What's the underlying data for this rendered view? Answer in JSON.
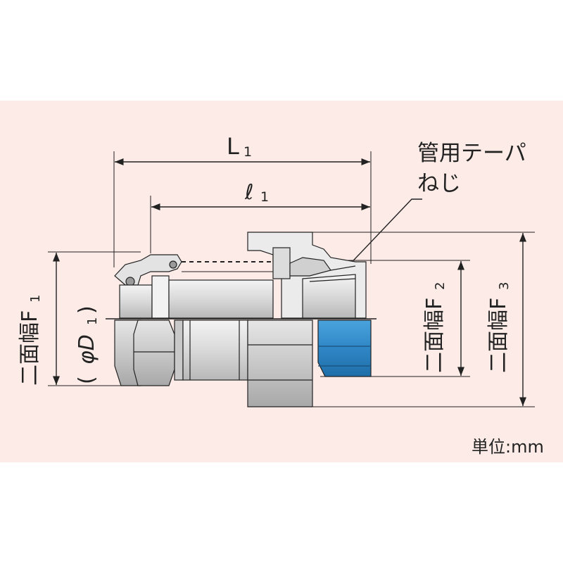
{
  "labels": {
    "L1": "L",
    "L1_sub": "1",
    "l1": "ℓ",
    "l1_sub": "1",
    "thread_line1": "管用テーパ",
    "thread_line2": "ねじ",
    "F1": "二面幅F",
    "F1_sub": "1",
    "D1_open": "(",
    "D1": "φD",
    "D1_sub": "1",
    "D1_close": ")",
    "F2": "二面幅F",
    "F2_sub": "2",
    "F3": "二面幅F",
    "F3_sub": "3",
    "unit": "単位:mm"
  },
  "colors": {
    "background": "#fcebe6",
    "accent": "#2f86c5",
    "line": "#222222"
  }
}
